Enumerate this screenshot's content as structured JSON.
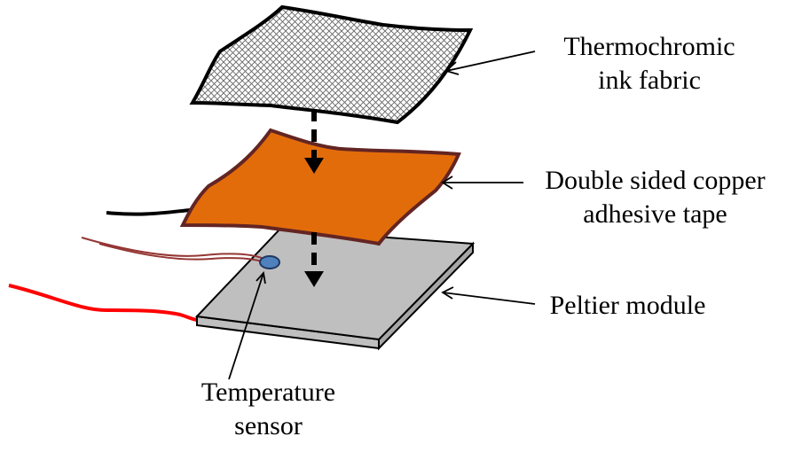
{
  "labels": {
    "fabric": [
      "Thermochromic",
      "ink fabric"
    ],
    "tape": [
      "Double sided copper",
      "adhesive tape"
    ],
    "peltier": [
      "Peltier module"
    ],
    "sensor": [
      "Temperature",
      "sensor"
    ]
  },
  "colors": {
    "copper_fill": "#E36C0A",
    "copper_edge": "#632523",
    "peltier_top": "#BFBFBF",
    "peltier_edge": "#000000",
    "sensor_fill": "#4F81BD",
    "sensor_edge": "#1F3864",
    "power_wire": "#FF0000",
    "sensor_wires": "#943634",
    "black_wire": "#000000"
  }
}
